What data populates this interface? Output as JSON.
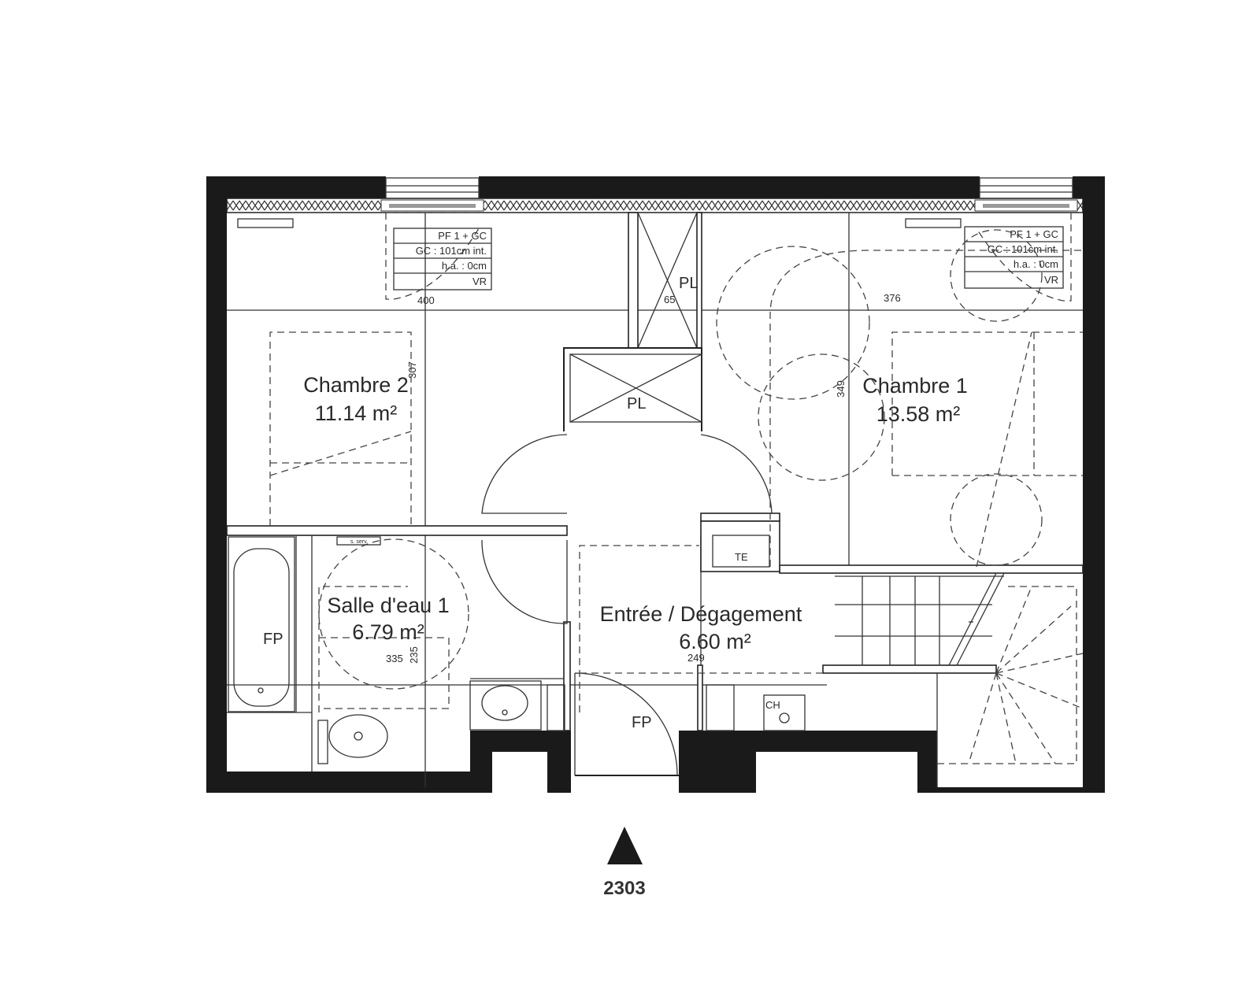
{
  "rooms": [
    {
      "name": "Chambre 2",
      "area": "11.14 m²"
    },
    {
      "name": "Chambre 1",
      "area": "13.58 m²"
    },
    {
      "name": "Salle d'eau 1",
      "area": "6.79 m²"
    },
    {
      "name": "Entrée / Dégagement",
      "area": "6.60 m²"
    }
  ],
  "dimensions": {
    "chambre2_width": "400",
    "chambre2_depth": "307",
    "closet": "65",
    "chambre1_width": "376",
    "chambre1_depth": "349",
    "salle_width": "335",
    "salle_depth": "235",
    "entree": "249"
  },
  "windows": [
    {
      "rows": [
        "PF 1 + GC",
        "GC : 101cm int.",
        "h.a. : 0cm",
        "VR"
      ]
    },
    {
      "rows": [
        "PF 1 + GC",
        "GC : 101cm int.",
        "h.a. : 0cm",
        "VR"
      ]
    }
  ],
  "fixtures": {
    "placard": "PL",
    "fp": "FP",
    "te": "TE",
    "ch": "CH",
    "serv": "s. serv."
  },
  "lot_number": "2303"
}
